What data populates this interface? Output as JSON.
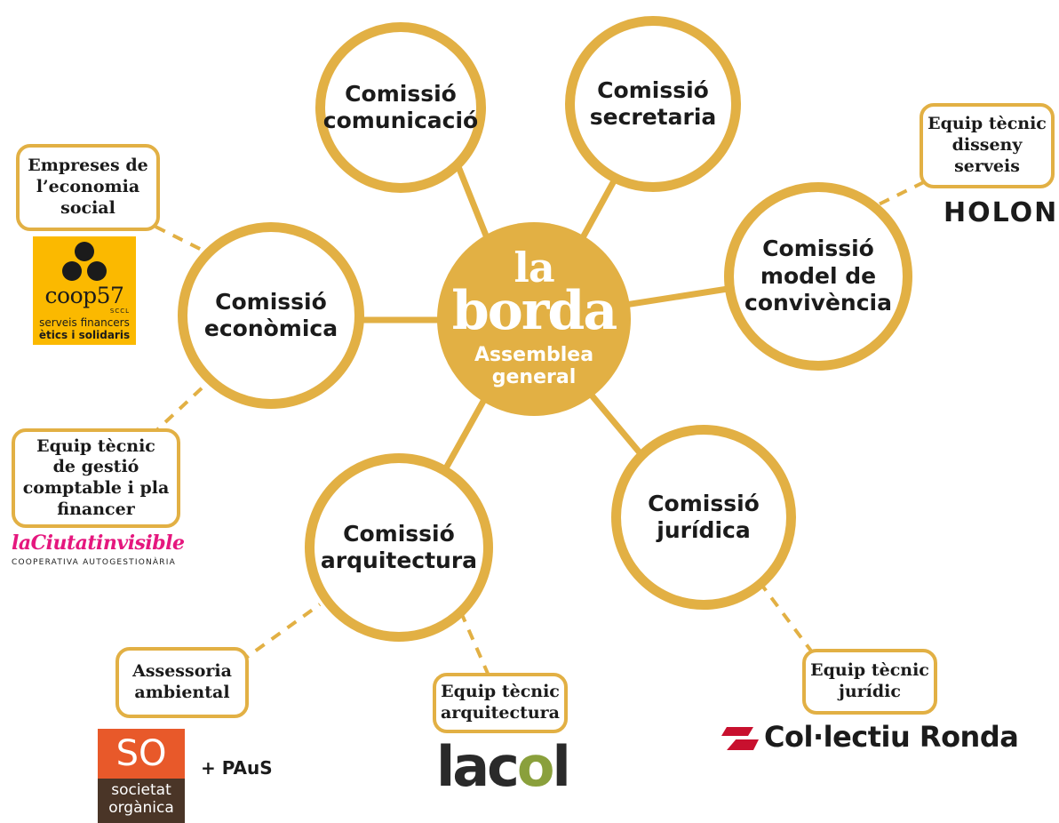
{
  "center": {
    "brand_top": "la",
    "brand_bottom": "borda",
    "subtitle_line1": "Assemblea",
    "subtitle_line2": "general"
  },
  "commissions": {
    "comunicacio": [
      "Comissió",
      "comunicació"
    ],
    "secretaria": [
      "Comissió",
      "secretaria"
    ],
    "economica": [
      "Comissió",
      "econòmica"
    ],
    "convivencia": [
      "Comissió",
      "model de",
      "convivència"
    ],
    "arquitectura": [
      "Comissió",
      "arquitectura"
    ],
    "juridica": [
      "Comissió",
      "jurídica"
    ]
  },
  "teams": {
    "empreses": [
      "Empreses de",
      "l’economia",
      "social"
    ],
    "gestio": [
      "Equip tècnic",
      "de gestió",
      "comptable i pla",
      "financer"
    ],
    "disseny": [
      "Equip tècnic",
      "disseny",
      "serveis"
    ],
    "ambiental": [
      "Assessoria",
      "ambiental"
    ],
    "arquitectura": [
      "Equip tècnic",
      "arquitectura"
    ],
    "juridic": [
      "Equip tècnic",
      "jurídic"
    ]
  },
  "logos": {
    "coop57": {
      "name": "coop57",
      "sccl": "SCCL",
      "tagline1": "serveis financers",
      "tagline2": "ètics i solidaris"
    },
    "holon": "HOLON",
    "ciutat_invisible": {
      "name": "laCiutatinvisible",
      "tagline": "COOPERATIVA AUTOGESTIONÀRIA"
    },
    "societat_organica": {
      "mark": "SO",
      "line1": "societat",
      "line2": "orgànica"
    },
    "paus": "+ PAuS",
    "lacol": {
      "part1": "lac",
      "part2": "o",
      "part3": "l"
    },
    "colectiu_ronda": "Col·lectiu Ronda"
  },
  "colors": {
    "accent": "#e2b044",
    "coop57_yellow": "#fbb900",
    "ciutat_pink": "#e5177e",
    "so_orange": "#e8592a",
    "so_brown": "#4a3527",
    "lacol_green": "#8aa03c",
    "ronda_red": "#c8102e"
  }
}
